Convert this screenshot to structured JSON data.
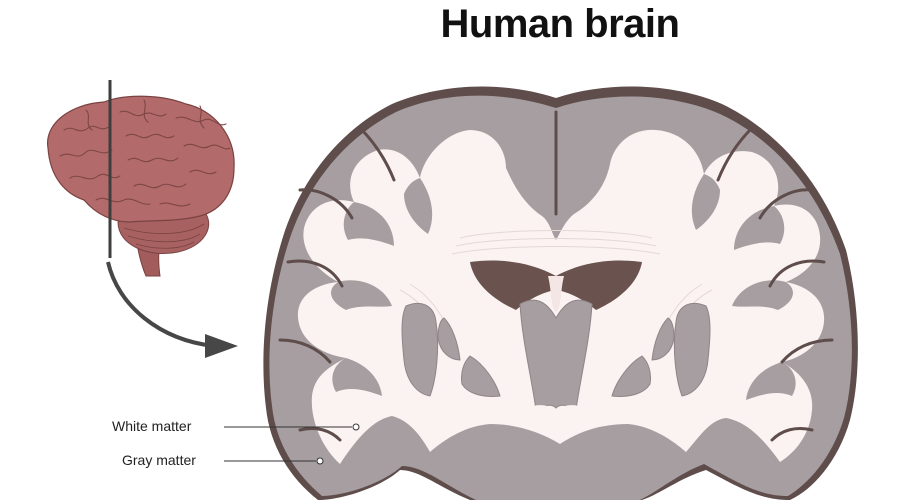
{
  "title": "Human brain",
  "labels": {
    "white_matter": "White matter",
    "gray_matter": "Gray matter"
  },
  "colors": {
    "gray_matter": "#a79ea1",
    "white_matter": "#fbf3f1",
    "outline": "#5e4d4b",
    "brain_side_view": "#b36a6a",
    "arrow": "#474747"
  },
  "icons": [
    "side-view-brain-icon",
    "section-line",
    "curved-arrow-icon"
  ]
}
